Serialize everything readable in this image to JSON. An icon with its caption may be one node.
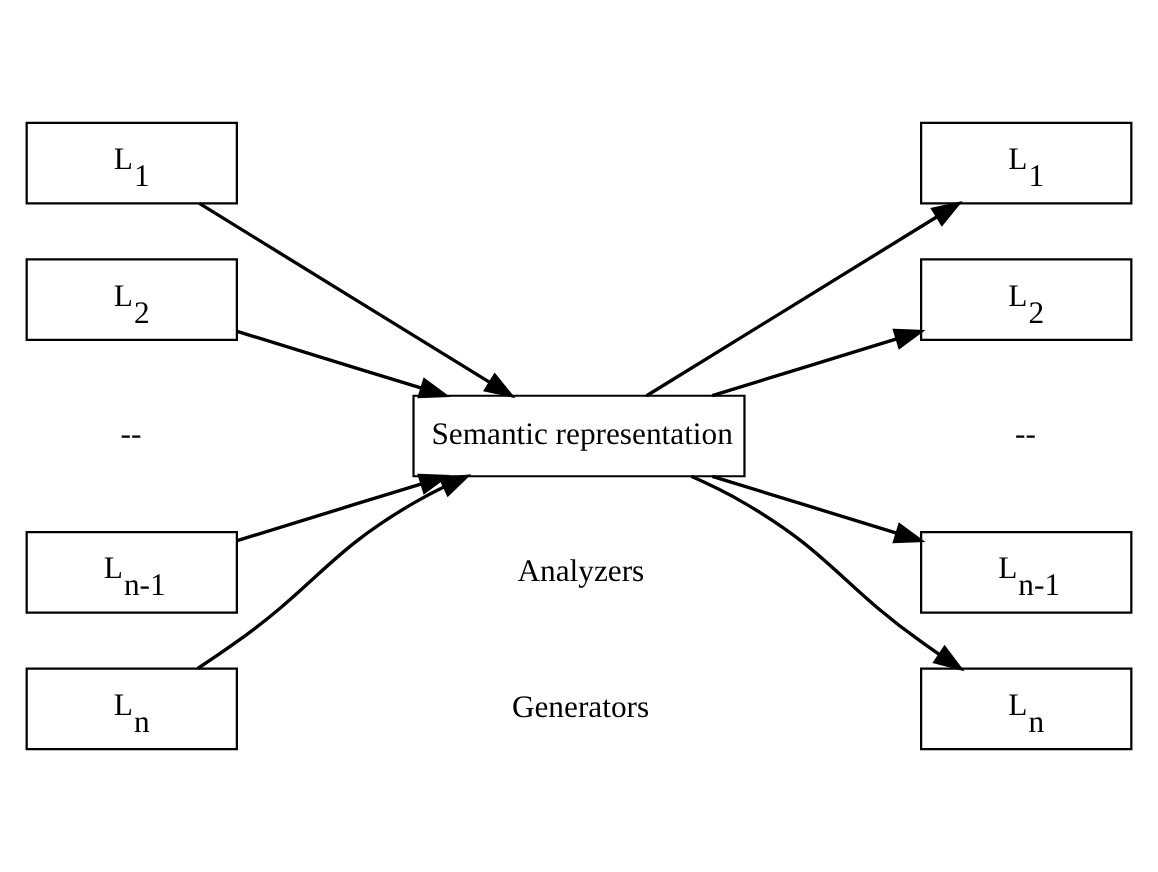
{
  "diagram": {
    "nodes": [
      {
        "text": [
          "L$_{1}$"
        ]
      },
      {
        "text": [
          "L$_{2}$"
        ]
      },
      {
        "text": [
          "L$_{n-1}$"
        ]
      },
      {
        "text": [
          "L$_{n}$"
        ]
      },
      {
        "text": [
          "Semantic representation"
        ]
      },
      {
        "text": [
          "L$_{1}$"
        ]
      },
      {
        "text": [
          "L$_{2}$"
        ]
      },
      {
        "text": [
          "L$_{n-1}$"
        ]
      },
      {
        "text": [
          "L$_{n}$"
        ]
      }
    ],
    "edges": [
      {
        "from": 0,
        "to": 4,
        "arrow": "to"
      },
      {
        "from": 1,
        "to": 4,
        "arrow": "to"
      },
      {
        "from": 2,
        "to": 4,
        "arrow": "to"
      },
      {
        "from": 3,
        "to": 4,
        "arrow": "to"
      },
      {
        "from": 4,
        "to": 5,
        "arrow": "to"
      },
      {
        "from": 4,
        "to": 6,
        "arrow": "to"
      },
      {
        "from": 4,
        "to": 7,
        "arrow": "to"
      },
      {
        "from": 4,
        "to": 8,
        "arrow": "to"
      }
    ],
    "labels": [
      "--",
      "--",
      "Analyzers",
      "Generators"
    ]
  }
}
